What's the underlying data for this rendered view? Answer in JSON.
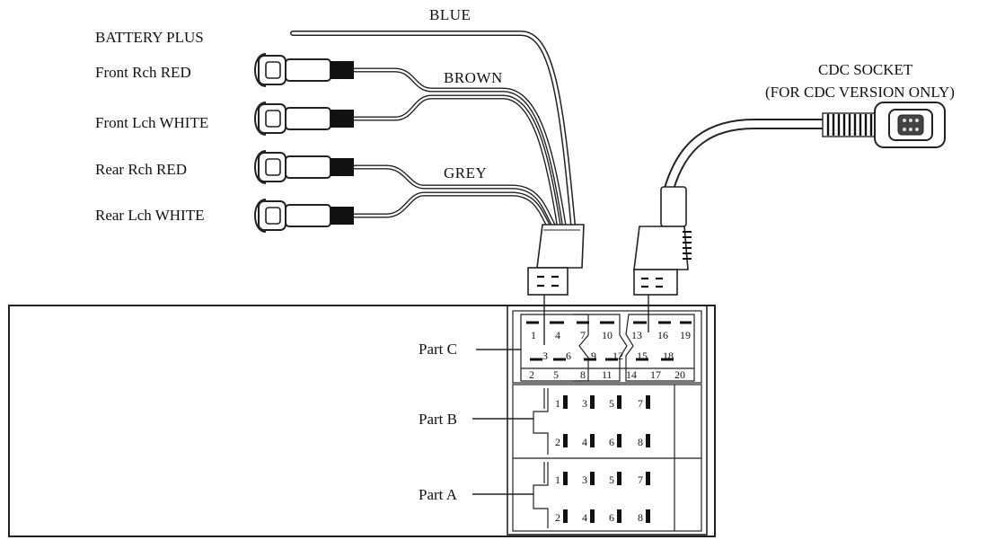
{
  "labels": {
    "battery_plus": "BATTERY PLUS",
    "front_rch": "Front Rch RED",
    "front_lch": "Front Lch WHITE",
    "rear_rch": "Rear Rch RED",
    "rear_lch": "Rear Lch WHITE",
    "blue": "BLUE",
    "brown": "BROWN",
    "grey": "GREY",
    "cdc_socket": "CDC SOCKET",
    "cdc_note": "(FOR CDC VERSION ONLY)",
    "part_c": "Part C",
    "part_b": "Part B",
    "part_a": "Part A"
  },
  "part_c_pins": {
    "top": [
      "1",
      "4",
      "7",
      "10",
      "13",
      "16",
      "19"
    ],
    "middle": [
      "3",
      "6",
      "9",
      "12",
      "15",
      "18"
    ],
    "bottom": [
      "2",
      "5",
      "8",
      "11",
      "14",
      "17",
      "20"
    ]
  },
  "part_b_pins": {
    "top": [
      "1",
      "3",
      "5",
      "7"
    ],
    "bottom": [
      "2",
      "4",
      "6",
      "8"
    ]
  },
  "part_a_pins": {
    "top": [
      "1",
      "3",
      "5",
      "7"
    ],
    "bottom": [
      "2",
      "4",
      "6",
      "8"
    ]
  }
}
